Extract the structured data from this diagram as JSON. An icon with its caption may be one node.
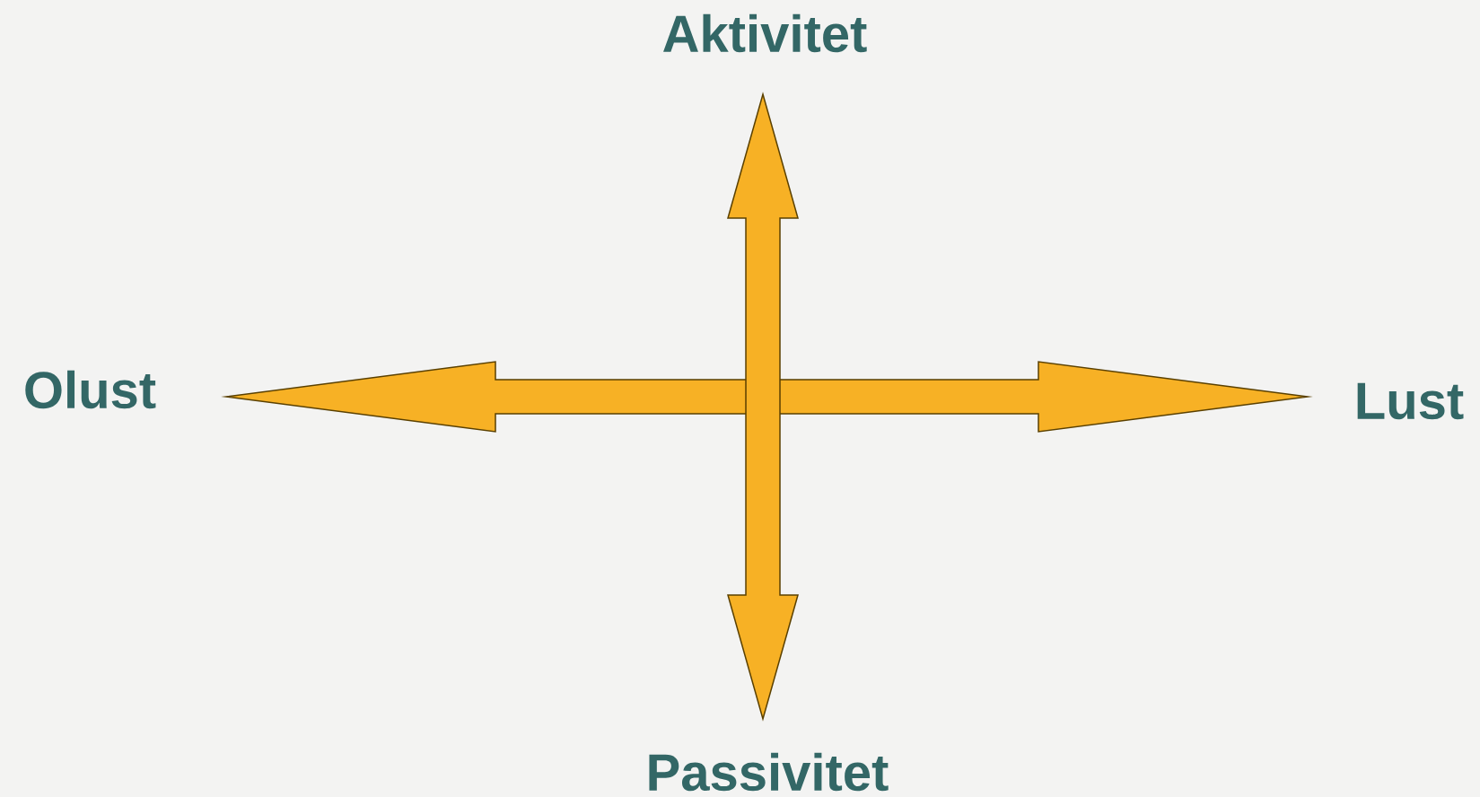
{
  "diagram": {
    "nodes": [
      {
        "text": [
          "Aktivitet"
        ]
      },
      {
        "text": [
          "Olust"
        ]
      },
      {
        "text": [
          "Lust"
        ]
      },
      {
        "text": [
          "Passivitet"
        ]
      }
    ],
    "edges": [
      {
        "from": 1,
        "to": 2,
        "arrow": "both"
      },
      {
        "from": 0,
        "to": 3,
        "arrow": "both"
      }
    ]
  }
}
